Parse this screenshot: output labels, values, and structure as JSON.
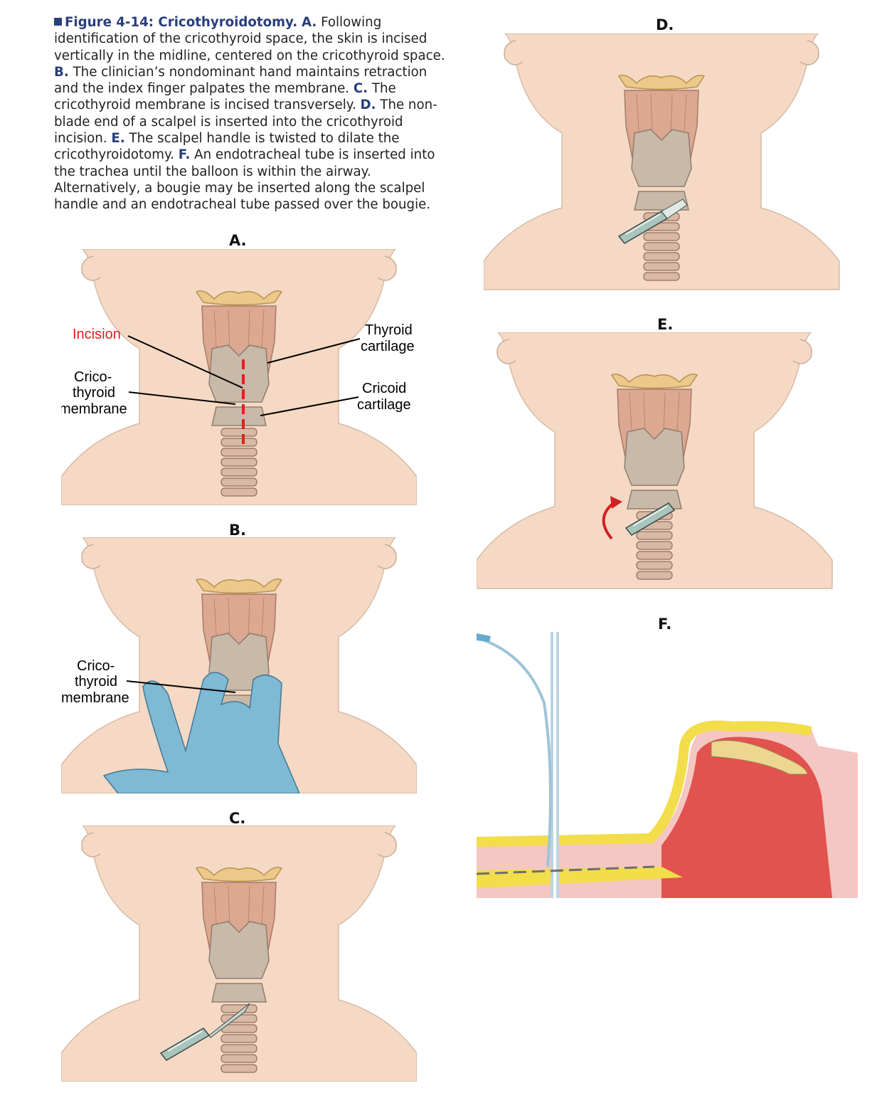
{
  "caption": {
    "figure": "Figure 4-14: Cricothyroidotomy.",
    "parts": [
      {
        "key": "A.",
        "text": " Following identification of the cricothyroid space, the skin is incised vertically in the midline, centered on the cricothyroid space. "
      },
      {
        "key": "B.",
        "text": " The clinician’s nondominant hand maintains retraction and the index finger palpates the membrane. "
      },
      {
        "key": "C.",
        "text": " The cricothyroid membrane is incised transversely. "
      },
      {
        "key": "D.",
        "text": " The non-blade end of a scalpel is inserted into the cricothyroid incision. "
      },
      {
        "key": "E.",
        "text": " The scalpel handle is twisted to dilate the cricothyroidotomy. "
      },
      {
        "key": "F.",
        "text": " An endotracheal tube is inserted into the trachea until the balloon is within the airway. Alternatively, a bougie may be inserted along the scalpel handle and an endotracheal tube passed over the bougie."
      }
    ]
  },
  "panels": {
    "a": {
      "label": "A.",
      "incision": "Incision",
      "crico1": "Crico-",
      "crico2": "thyroid",
      "crico3": "membrane",
      "thyroid1": "Thyroid",
      "thyroid2": "cartilage",
      "cricoid1": "Cricoid",
      "cricoid2": "cartilage"
    },
    "b": {
      "label": "B.",
      "crico1": "Crico-",
      "crico2": "thyroid",
      "crico3": "membrane"
    },
    "c": {
      "label": "C."
    },
    "d": {
      "label": "D."
    },
    "e": {
      "label": "E."
    },
    "f": {
      "label": "F."
    }
  },
  "colors": {
    "skin": "#f5d9c4",
    "cartilage": "#c9b9a9",
    "hyoid": "#ecc98a",
    "incision": "#e02020",
    "glove": "#7fb9d4",
    "caption_blue": "#2a3f7a"
  }
}
